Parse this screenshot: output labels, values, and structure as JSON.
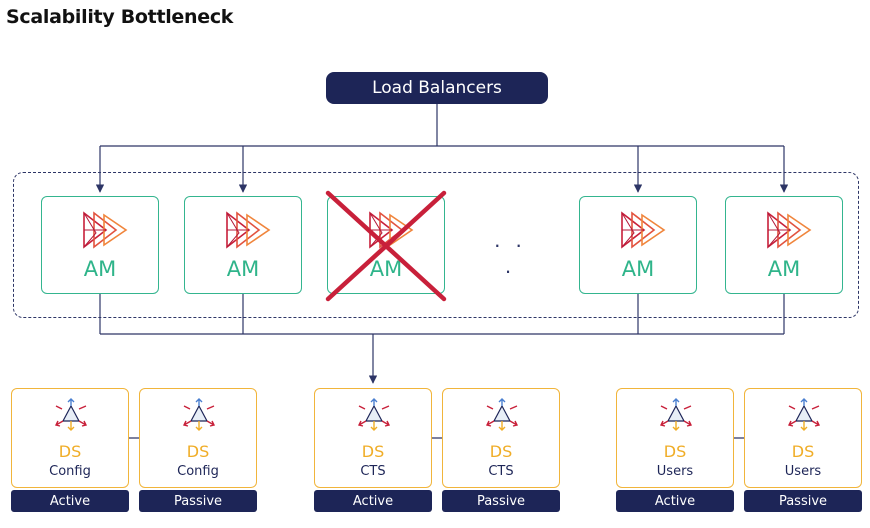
{
  "title": "Scalability Bottleneck",
  "load_balancer": {
    "label": "Load Balancers"
  },
  "am_nodes": [
    {
      "label": "AM",
      "failed": false
    },
    {
      "label": "AM",
      "failed": false
    },
    {
      "label": "AM",
      "failed": true
    },
    {
      "label": "AM",
      "failed": false
    },
    {
      "label": "AM",
      "failed": false
    }
  ],
  "ellipsis": "· · ·",
  "ds_groups": [
    {
      "primary": {
        "label": "DS",
        "sub": "Config",
        "status": "Active"
      },
      "secondary": {
        "label": "DS",
        "sub": "Config",
        "status": "Passive"
      }
    },
    {
      "primary": {
        "label": "DS",
        "sub": "CTS",
        "status": "Active"
      },
      "secondary": {
        "label": "DS",
        "sub": "CTS",
        "status": "Passive"
      }
    },
    {
      "primary": {
        "label": "DS",
        "sub": "Users",
        "status": "Active"
      },
      "secondary": {
        "label": "DS",
        "sub": "Users",
        "status": "Passive"
      }
    }
  ],
  "colors": {
    "navy": "#1d2557",
    "am_green": "#2fb48a",
    "ds_orange": "#f0ad27",
    "failure_red": "#c8203a"
  }
}
